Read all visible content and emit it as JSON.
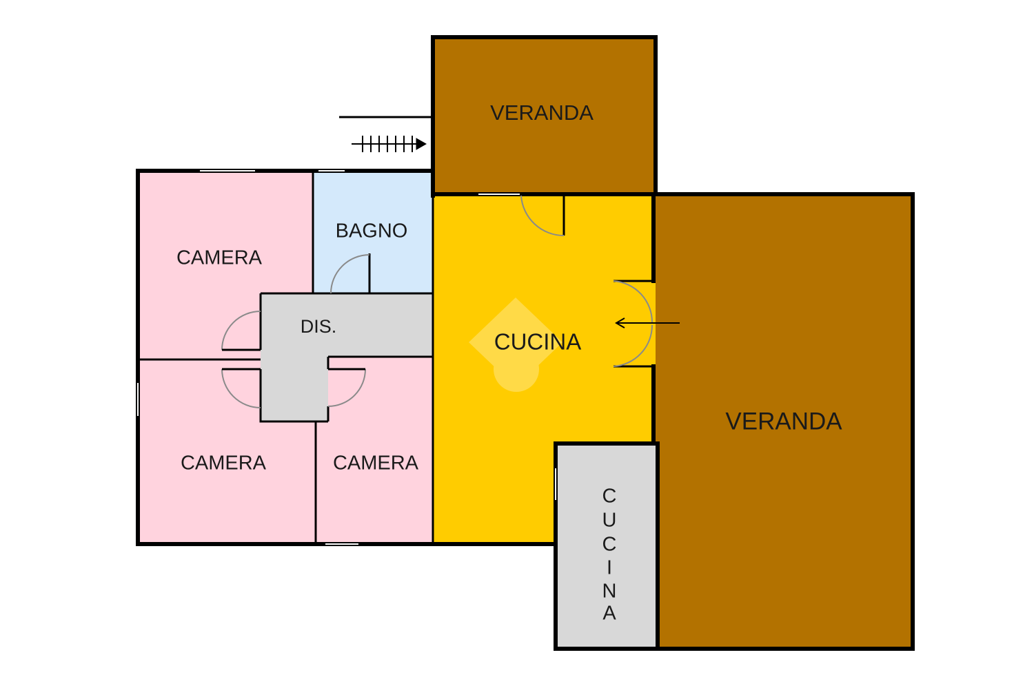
{
  "colors": {
    "camera": "#ffd3de",
    "bagno": "#d4e9fb",
    "disimpegno": "#d8d8d8",
    "cucina": "#ffcc00",
    "cucina_small": "#d8d8d8",
    "veranda": "#b37200",
    "wall": "#000000",
    "door_arc": "#8a8a8a"
  },
  "rooms": {
    "veranda_top": "VERANDA",
    "bagno": "BAGNO",
    "camera_top_left": "CAMERA",
    "dis": "DIS.",
    "cucina_main": "CUCINA",
    "veranda_right": "VERANDA",
    "camera_bottom_left": "CAMERA",
    "camera_bottom_middle": "CAMERA",
    "cucina_small": [
      "C",
      "U",
      "C",
      "I",
      "N",
      "A"
    ]
  },
  "icons": {
    "stairs": "stairs-icon",
    "entry_arrow": "arrow-left-icon",
    "watermark": "location-pin-icon"
  }
}
